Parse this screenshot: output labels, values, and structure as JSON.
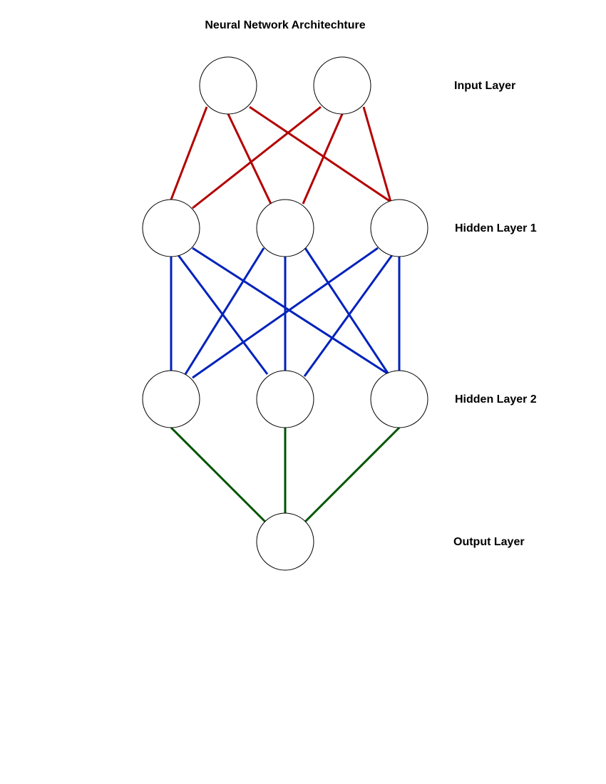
{
  "title": "Neural Network Architechture",
  "colors": {
    "input_to_hidden1": "#b30000",
    "hidden1_to_hidden2": "#0022bb",
    "hidden2_to_output": "#005500"
  },
  "layers": [
    {
      "id": "input",
      "label": "Input Layer",
      "nodes": 2
    },
    {
      "id": "hidden1",
      "label": "Hidden Layer 1",
      "nodes": 3
    },
    {
      "id": "hidden2",
      "label": "Hidden Layer 2",
      "nodes": 3
    },
    {
      "id": "output",
      "label": "Output Layer",
      "nodes": 1
    }
  ],
  "connections": [
    {
      "from": "input",
      "to": "hidden1",
      "color_key": "input_to_hidden1"
    },
    {
      "from": "hidden1",
      "to": "hidden2",
      "color_key": "hidden1_to_hidden2"
    },
    {
      "from": "hidden2",
      "to": "output",
      "color_key": "hidden2_to_output"
    }
  ]
}
